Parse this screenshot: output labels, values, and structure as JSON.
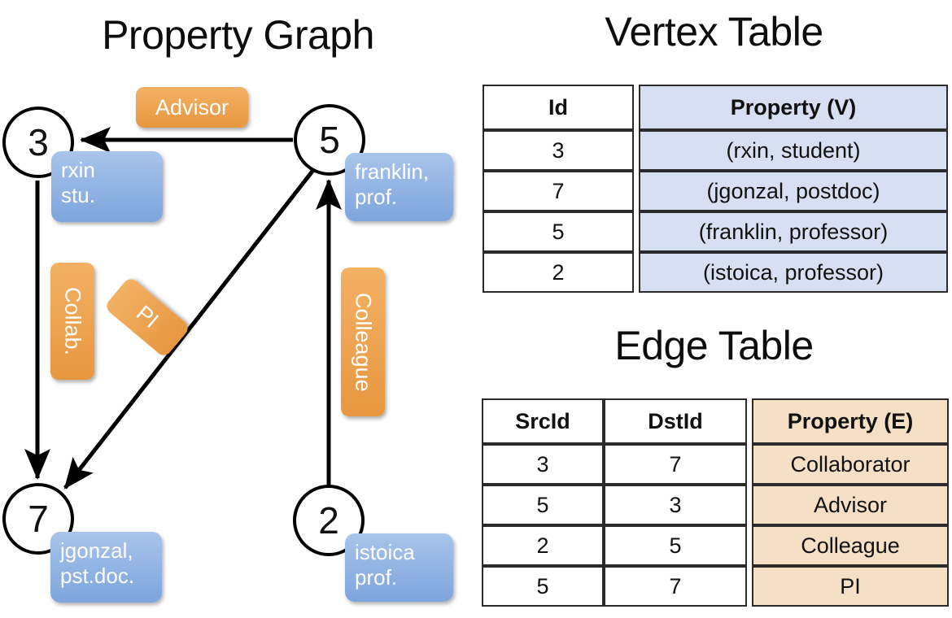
{
  "panels": {
    "graph_title": "Property Graph",
    "vertex_title": "Vertex Table",
    "edge_title": "Edge Table"
  },
  "graph": {
    "vertices": [
      {
        "id": "3",
        "property_label": "rxin\nstu."
      },
      {
        "id": "5",
        "property_label": "franklin,\nprof."
      },
      {
        "id": "7",
        "property_label": "jgonzal,\npst.doc."
      },
      {
        "id": "2",
        "property_label": "istoica\nprof."
      }
    ],
    "vertex_labels": {
      "v3_line1": "rxin",
      "v3_line2": "stu.",
      "v5_line1": "franklin,",
      "v5_line2": "prof.",
      "v7_line1": "jgonzal,",
      "v7_line2": "pst.doc.",
      "v2_line1": "istoica",
      "v2_line2": "prof."
    },
    "edge_labels": {
      "advisor": "Advisor",
      "collab": "Collab.",
      "pi": "PI",
      "colleague": "Colleague"
    },
    "edges": [
      {
        "src": "5",
        "dst": "3",
        "label": "Advisor"
      },
      {
        "src": "3",
        "dst": "7",
        "label": "Collab."
      },
      {
        "src": "5",
        "dst": "7",
        "label": "PI"
      },
      {
        "src": "2",
        "dst": "5",
        "label": "Colleague"
      }
    ]
  },
  "vertex_table": {
    "headers": [
      "Id",
      "Property (V)"
    ],
    "rows": [
      {
        "id": "3",
        "property": "(rxin, student)"
      },
      {
        "id": "7",
        "property": "(jgonzal, postdoc)"
      },
      {
        "id": "5",
        "property": "(franklin, professor)"
      },
      {
        "id": "2",
        "property": "(istoica, professor)"
      }
    ]
  },
  "edge_table": {
    "headers": [
      "SrcId",
      "DstId",
      "Property (E)"
    ],
    "rows": [
      {
        "src": "3",
        "dst": "7",
        "property": "Collaborator"
      },
      {
        "src": "5",
        "dst": "3",
        "property": "Advisor"
      },
      {
        "src": "2",
        "dst": "5",
        "property": "Colleague"
      },
      {
        "src": "5",
        "dst": "7",
        "property": "PI"
      }
    ]
  },
  "colors": {
    "vertex_property_fill": "#d6e0f2",
    "edge_property_fill": "#f5dfc5",
    "node_box_blue": "#7da5dd",
    "edge_box_orange": "#e79740",
    "outline": "#000000",
    "background": "#ffffff"
  }
}
